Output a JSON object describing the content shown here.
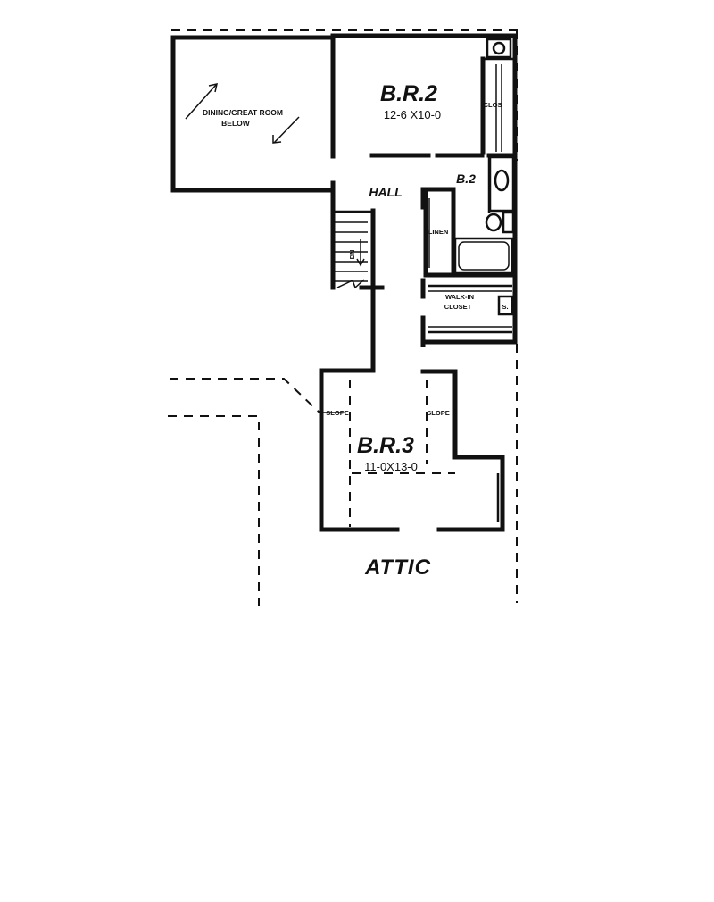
{
  "plan": {
    "dining_great_room": {
      "line1": "DINING/GREAT ROOM",
      "line2": "BELOW"
    },
    "br2": {
      "name": "B.R.2",
      "dims": "12-6 X10-0"
    },
    "clos": "CLOS",
    "b2": "B.2",
    "hall": "HALL",
    "linen": "LINEN",
    "dn": "DN",
    "walk_in_closet": {
      "line1": "WALK-IN",
      "line2": "CLOSET"
    },
    "shelf": "S.",
    "slope_left": "SLOPE",
    "slope_right": "SLOPE",
    "br3": {
      "name": "B.R.3",
      "dims": "11-0X13-0"
    },
    "attic": "ATTIC"
  }
}
